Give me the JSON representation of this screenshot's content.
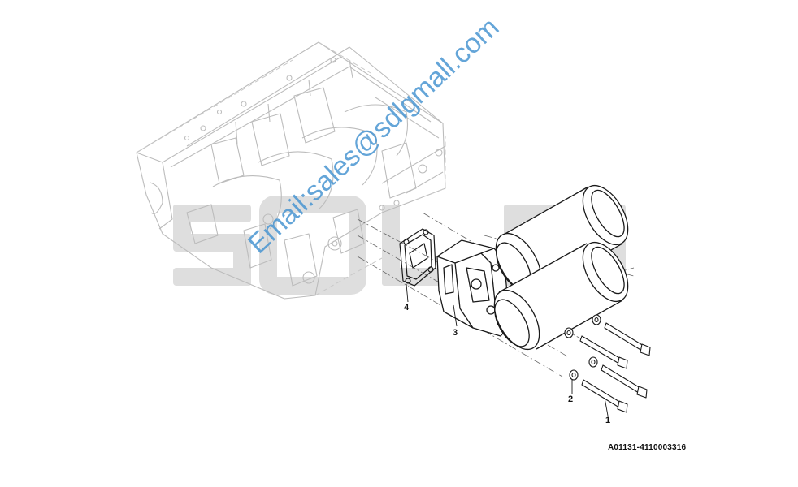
{
  "diagram": {
    "callouts": [
      {
        "id": "1",
        "label": "1"
      },
      {
        "id": "2",
        "label": "2"
      },
      {
        "id": "3",
        "label": "3"
      },
      {
        "id": "4",
        "label": "4"
      }
    ],
    "part_code": "A01131-4110003316"
  },
  "watermark": {
    "logo_text": "SDLG",
    "email": "Email:sales@sdlgmall.com"
  },
  "colors": {
    "engine_block_lines": "#bdbdbd",
    "filter_lines": "#1a1a1a",
    "watermark_logo": "#d9d9d9",
    "watermark_text": "#4a96d2"
  }
}
